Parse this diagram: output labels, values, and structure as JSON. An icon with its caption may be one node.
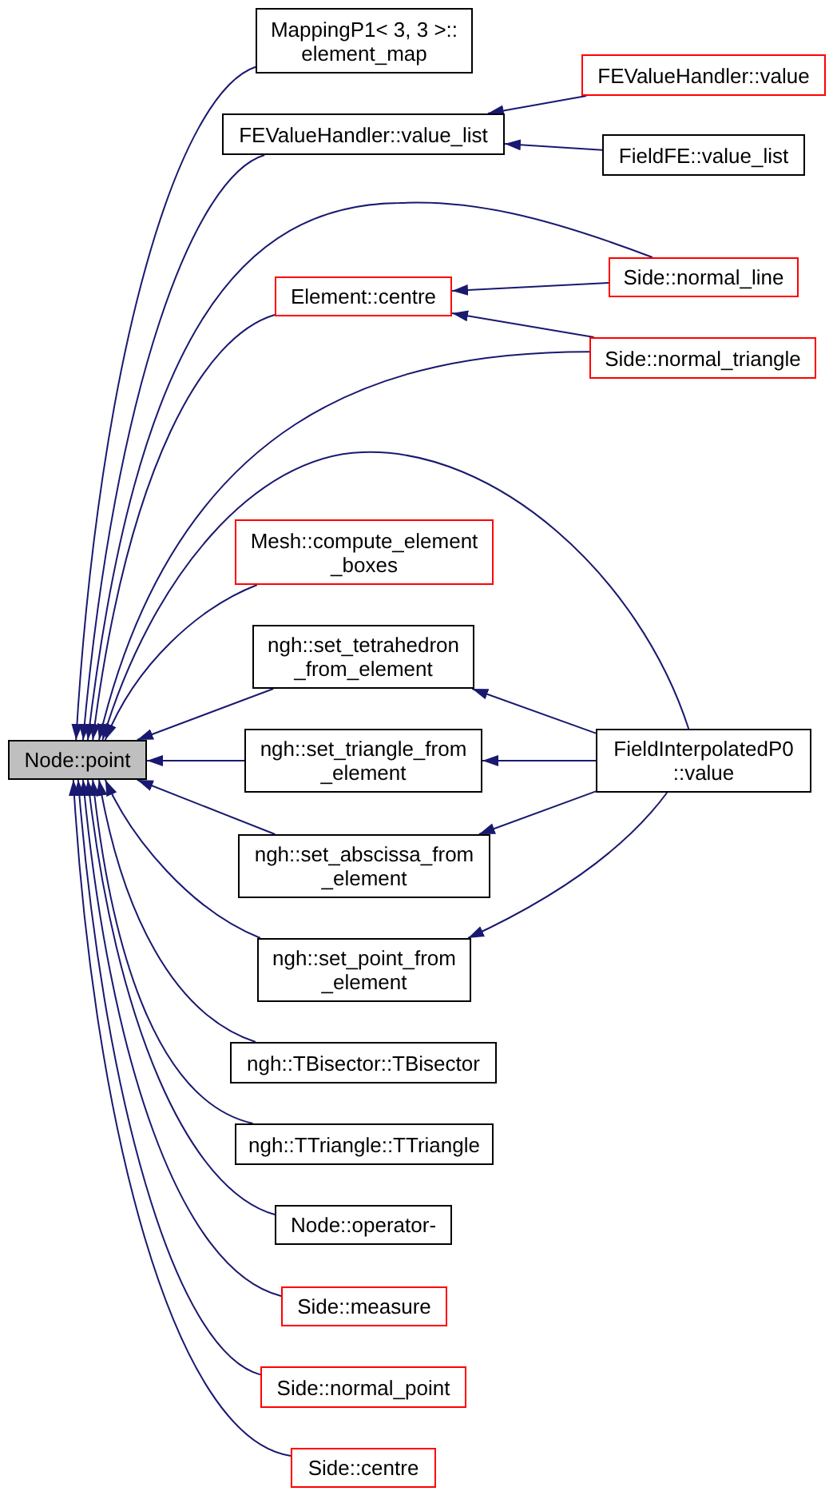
{
  "diagram": {
    "nodes": [
      {
        "text": [
          "Node::point"
        ]
      },
      {
        "text": [
          "MappingP1< 3, 3 >:: element_map"
        ]
      },
      {
        "text": [
          "FEValueHandler::value_list"
        ]
      },
      {
        "text": [
          "FEValueHandler::value"
        ]
      },
      {
        "text": [
          "FieldFE::value_list"
        ]
      },
      {
        "text": [
          "Element::centre"
        ]
      },
      {
        "text": [
          "Side::normal_line"
        ]
      },
      {
        "text": [
          "Side::normal_triangle"
        ]
      },
      {
        "text": [
          "Mesh::compute_element _boxes"
        ]
      },
      {
        "text": [
          "ngh::set_tetrahedron _from_element"
        ]
      },
      {
        "text": [
          "ngh::set_triangle_from _element"
        ]
      },
      {
        "text": [
          "FieldInterpolatedP0 ::value"
        ]
      },
      {
        "text": [
          "ngh::set_abscissa_from _element"
        ]
      },
      {
        "text": [
          "ngh::set_point_from _element"
        ]
      },
      {
        "text": [
          "ngh::TBisector::TBisector"
        ]
      },
      {
        "text": [
          "ngh::TTriangle::TTriangle"
        ]
      },
      {
        "text": [
          "Node::operator-"
        ]
      },
      {
        "text": [
          "Side::measure"
        ]
      },
      {
        "text": [
          "Side::normal_point"
        ]
      },
      {
        "text": [
          "Side::centre"
        ]
      }
    ],
    "edges": [
      {
        "from": 1,
        "to": 0,
        "arrow": "to"
      },
      {
        "from": 2,
        "to": 0,
        "arrow": "to"
      },
      {
        "from": 3,
        "to": 2,
        "arrow": "to"
      },
      {
        "from": 4,
        "to": 2,
        "arrow": "to"
      },
      {
        "from": 5,
        "to": 0,
        "arrow": "to"
      },
      {
        "from": 6,
        "to": 5,
        "arrow": "to"
      },
      {
        "from": 6,
        "to": 0,
        "arrow": "to"
      },
      {
        "from": 7,
        "to": 5,
        "arrow": "to"
      },
      {
        "from": 7,
        "to": 0,
        "arrow": "to"
      },
      {
        "from": 8,
        "to": 0,
        "arrow": "to"
      },
      {
        "from": 9,
        "to": 0,
        "arrow": "to"
      },
      {
        "from": 10,
        "to": 0,
        "arrow": "to"
      },
      {
        "from": 11,
        "to": 0,
        "arrow": "to"
      },
      {
        "from": 11,
        "to": 9,
        "arrow": "to"
      },
      {
        "from": 11,
        "to": 10,
        "arrow": "to"
      },
      {
        "from": 11,
        "to": 12,
        "arrow": "to"
      },
      {
        "from": 11,
        "to": 13,
        "arrow": "to"
      },
      {
        "from": 12,
        "to": 0,
        "arrow": "to"
      },
      {
        "from": 13,
        "to": 0,
        "arrow": "to"
      },
      {
        "from": 14,
        "to": 0,
        "arrow": "to"
      },
      {
        "from": 15,
        "to": 0,
        "arrow": "to"
      },
      {
        "from": 16,
        "to": 0,
        "arrow": "to"
      },
      {
        "from": 17,
        "to": 0,
        "arrow": "to"
      },
      {
        "from": 18,
        "to": 0,
        "arrow": "to"
      },
      {
        "from": 19,
        "to": 0,
        "arrow": "to"
      }
    ]
  }
}
